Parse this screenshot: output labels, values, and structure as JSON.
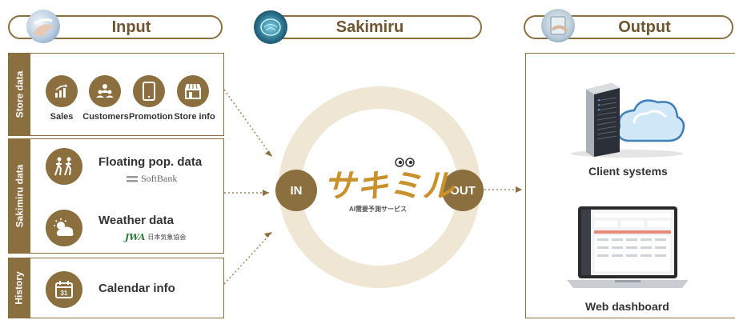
{
  "header": {
    "input_label": "Input",
    "center_label": "Sakimiru",
    "output_label": "Output"
  },
  "sidebar_tabs": {
    "store_data": "Store data",
    "sakimiru_data": "Sakimiru data",
    "history": "History"
  },
  "store_items": [
    {
      "label": "Sales",
      "icon": "bar-chart-icon"
    },
    {
      "label": "Customers",
      "icon": "people-icon"
    },
    {
      "label": "Promotion",
      "icon": "smartphone-icon"
    },
    {
      "label": "Store info",
      "icon": "storefront-icon"
    }
  ],
  "rows": {
    "floating": {
      "title": "Floating pop. data",
      "provider": "SoftBank",
      "icon": "walking-people-icon"
    },
    "weather": {
      "title": "Weather data",
      "provider": "日本気象協会",
      "icon": "sun-cloud-icon"
    },
    "calendar": {
      "title": "Calendar info",
      "icon": "calendar-icon",
      "day": "31"
    }
  },
  "center": {
    "in_label": "IN",
    "out_label": "OUT",
    "logo_text": "サキミル",
    "logo_sub": "AI需要予測サービス"
  },
  "outputs": {
    "client_systems": "Client systems",
    "web_dashboard": "Web dashboard"
  },
  "colors": {
    "accent": "#8b6f3f",
    "logo": "#c8912c",
    "ring": "#efe6d4"
  }
}
